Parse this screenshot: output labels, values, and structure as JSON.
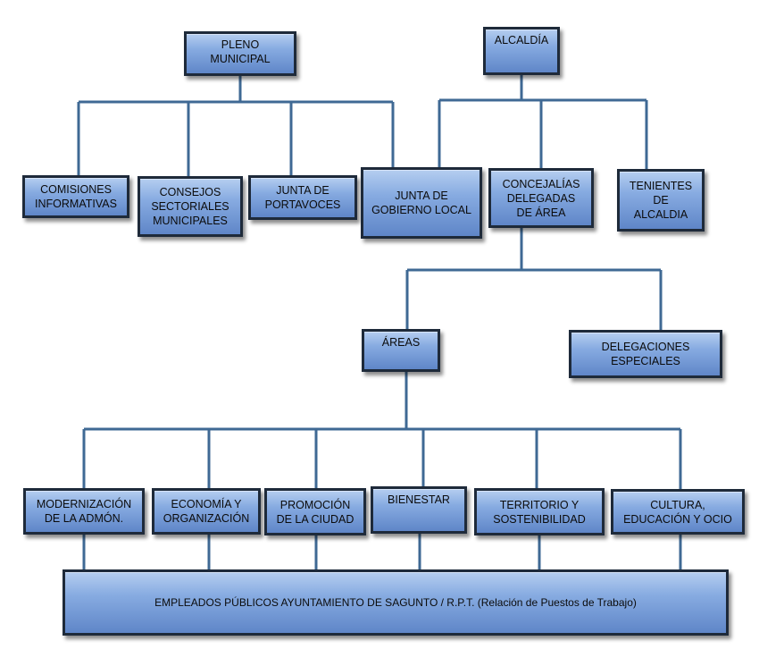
{
  "diagram": {
    "colors": {
      "line": "#3f6994",
      "box_top": "#b5cef0",
      "box_bottom": "#5f86c8",
      "border": "#1e2a3a"
    },
    "nodes": {
      "pleno": "PLENO\nMUNICIPAL",
      "alcaldia": "ALCALDÍA",
      "comisiones": "COMISIONES\nINFORMATIVAS",
      "consejos": "CONSEJOS\nSECTORIALES\nMUNICIPALES",
      "portavoces": "JUNTA DE\nPORTAVOCES",
      "junta_gobierno": "JUNTA DE\nGOBIERNO LOCAL",
      "concejalias": "CONCEJALÍAS\nDELEGADAS\nDE ÁREA",
      "tenientes": "TENIENTES\nDE\nALCALDIA",
      "areas": "ÁREAS",
      "delegaciones": "DELEGACIONES\nESPECIALES",
      "modernizacion": "MODERNIZACIÓN\nDE LA ADMÓN.",
      "economia": "ECONOMÍA Y\nORGANIZACIÓN",
      "promocion": "PROMOCIÓN\nDE LA CIUDAD",
      "bienestar": "BIENESTAR",
      "territorio": "TERRITORIO Y\nSOSTENIBILIDAD",
      "cultura": "CULTURA,\nEDUCACIÓN Y OCIO",
      "empleados": "EMPLEADOS PÚBLICOS AYUNTAMIENTO DE SAGUNTO / R.P.T. (Relación de Puestos de Trabajo)"
    }
  }
}
